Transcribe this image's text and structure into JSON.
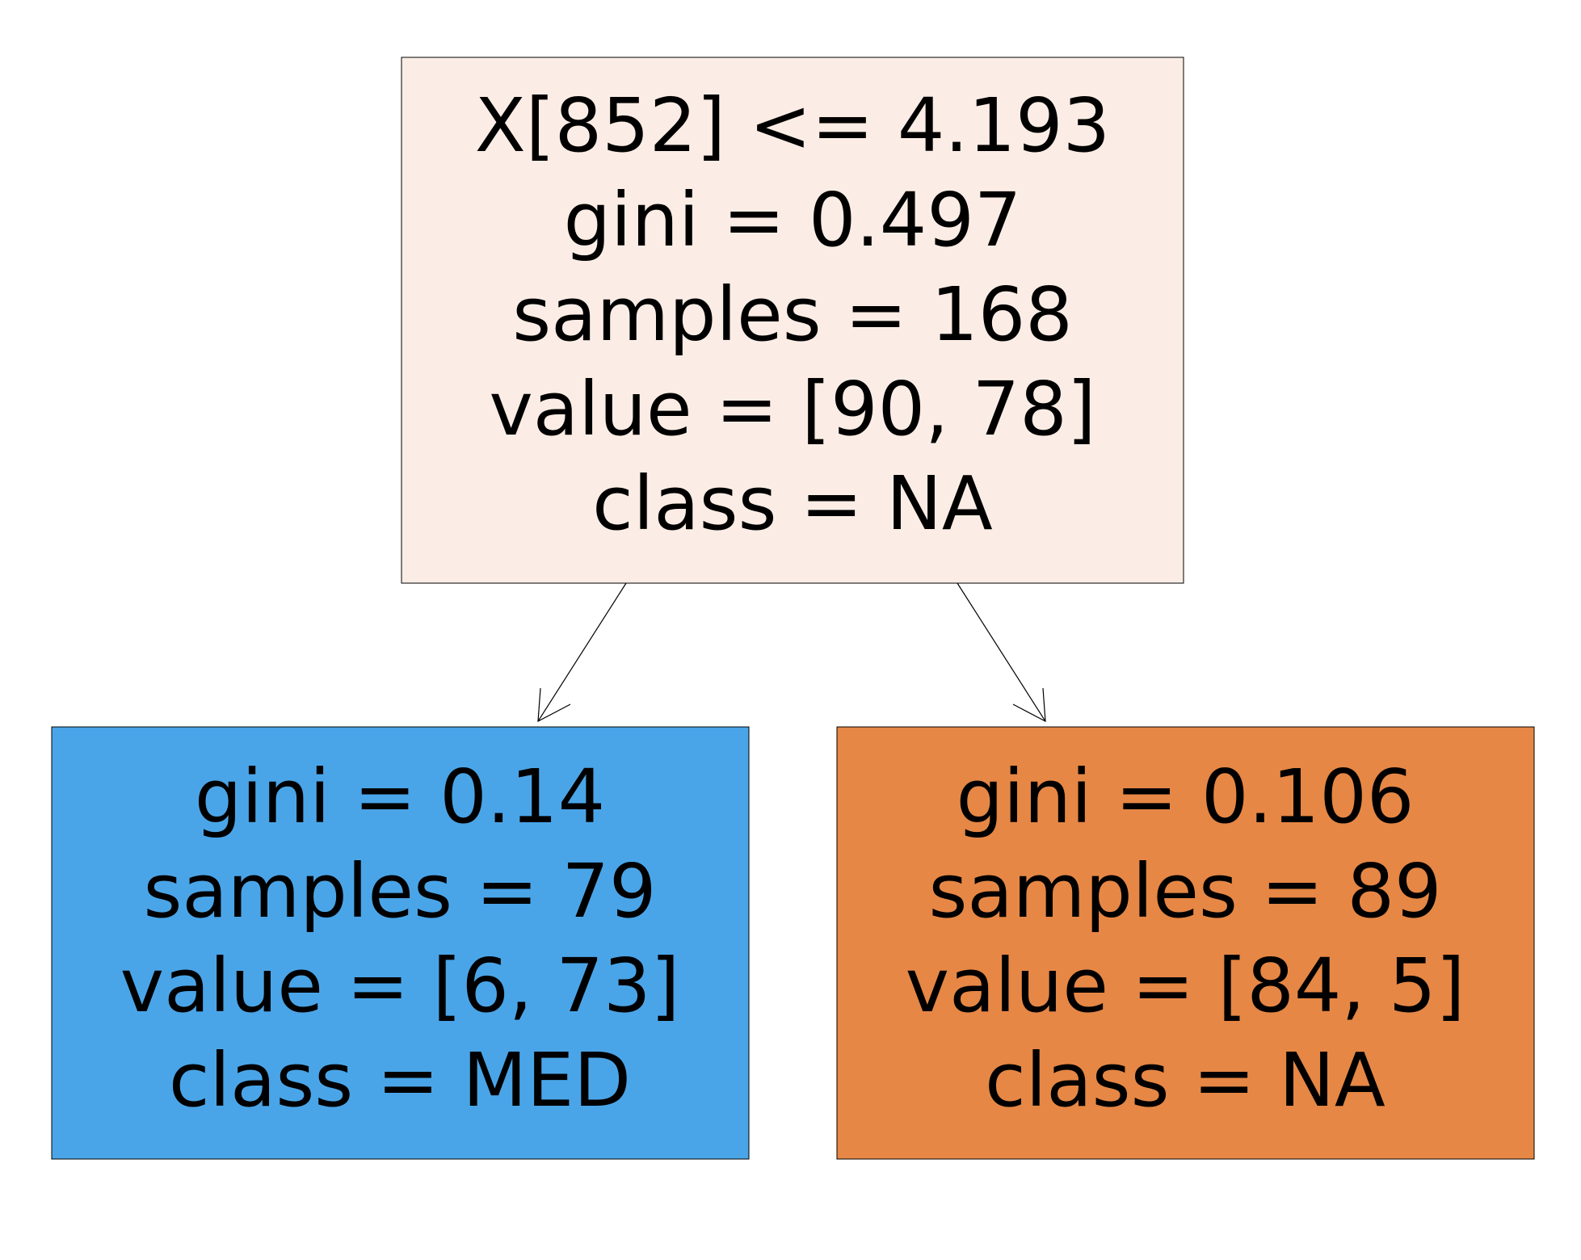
{
  "colors": {
    "root_fill": "#fbede5",
    "left_fill": "#4aa5e8",
    "right_fill": "#e68745",
    "stroke": "#000000",
    "background": "#ffffff"
  },
  "tree": {
    "root": {
      "lines": [
        "X[852] <= 4.193",
        "gini = 0.497",
        "samples = 168",
        "value = [90, 78]",
        "class = NA"
      ]
    },
    "left": {
      "lines": [
        "gini = 0.14",
        "samples = 79",
        "value = [6, 73]",
        "class = MED"
      ]
    },
    "right": {
      "lines": [
        "gini = 0.106",
        "samples = 89",
        "value = [84, 5]",
        "class = NA"
      ]
    }
  }
}
